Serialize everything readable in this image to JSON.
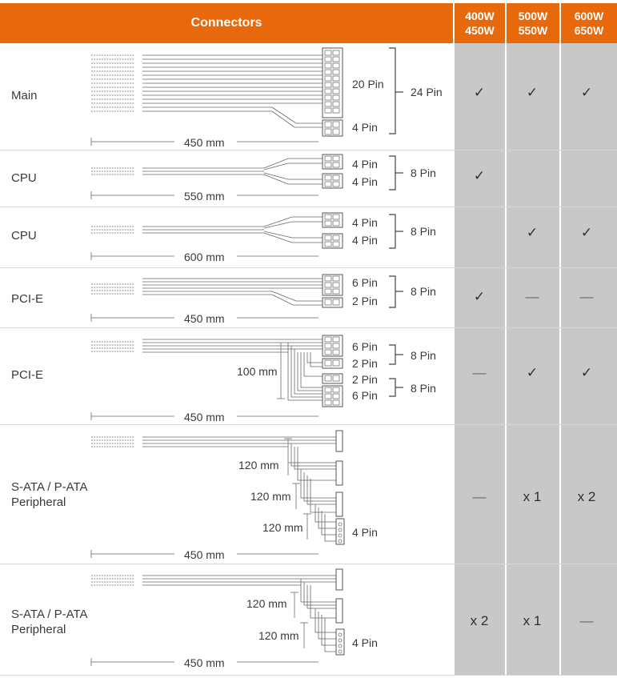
{
  "header": {
    "connectors_label": "Connectors",
    "columns": [
      {
        "line1": "400W",
        "line2": "450W"
      },
      {
        "line1": "500W",
        "line2": "550W"
      },
      {
        "line1": "600W",
        "line2": "650W"
      }
    ]
  },
  "colors": {
    "header_orange": "#e8690b",
    "column_grey": "#c8c8c8"
  },
  "rows": [
    {
      "label": "Main",
      "length": "450 mm",
      "pins": [
        "20 Pin",
        "4 Pin"
      ],
      "group": "24 Pin",
      "values": [
        "✓",
        "✓",
        "✓"
      ]
    },
    {
      "label": "CPU",
      "length": "550 mm",
      "pins": [
        "4 Pin",
        "4 Pin"
      ],
      "group": "8 Pin",
      "values": [
        "✓",
        "",
        ""
      ]
    },
    {
      "label": "CPU",
      "length": "600 mm",
      "pins": [
        "4 Pin",
        "4 Pin"
      ],
      "group": "8 Pin",
      "values": [
        "",
        "✓",
        "✓"
      ]
    },
    {
      "label": "PCI-E",
      "length": "450 mm",
      "pins": [
        "6 Pin",
        "2 Pin"
      ],
      "group": "8 Pin",
      "values": [
        "✓",
        "—",
        "—"
      ]
    },
    {
      "label": "PCI-E",
      "length": "450 mm",
      "spacing": "100 mm",
      "pins": [
        "6 Pin",
        "2 Pin",
        "2 Pin",
        "6 Pin"
      ],
      "groups": [
        "8 Pin",
        "8 Pin"
      ],
      "values": [
        "—",
        "✓",
        "✓"
      ]
    },
    {
      "label_line1": "S-ATA / P-ATA",
      "label_line2": "Peripheral",
      "length": "450 mm",
      "spacings": [
        "120 mm",
        "120 mm",
        "120 mm"
      ],
      "pins": [
        "4 Pin"
      ],
      "values": [
        "—",
        "x 1",
        "x 2"
      ]
    },
    {
      "label_line1": "S-ATA / P-ATA",
      "label_line2": "Peripheral",
      "length": "450 mm",
      "spacings": [
        "120 mm",
        "120 mm"
      ],
      "pins": [
        "4 Pin"
      ],
      "values": [
        "x 2",
        "x 1",
        "—"
      ]
    }
  ]
}
